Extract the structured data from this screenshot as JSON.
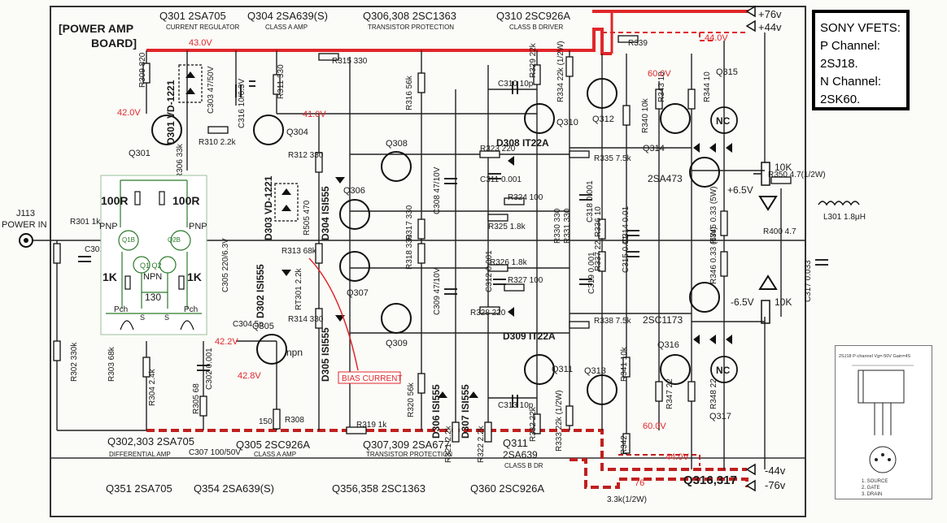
{
  "board": {
    "title_line1": "[POWER AMP",
    "title_line2": "BOARD]"
  },
  "info_box": {
    "lines": [
      "SONY VFETS:",
      "P Channel:",
      "2SJ18.",
      "N Channel:",
      "2SK60."
    ]
  },
  "top_row_labels": [
    "Q301  2SA705",
    "Q304  2SA639(S)",
    "Q306,308  2SC1363",
    "Q310  2SC926A",
    "CURRENT REGULATOR",
    "CLASS A AMP",
    "TRANSISTOR PROTECTION",
    "CLASS B DRIVER"
  ],
  "bottom_row_labels": [
    "Q302,303  2SA705",
    "Q305  2SC926A",
    "Q307,309  2SA677",
    "Q311",
    "DIFFERENTIAL AMP",
    "CLASS A AMP",
    "TRANSISTOR PROTECTION",
    "2SA639",
    "CLASS B DR",
    "Q351  2SA705",
    "Q354  2SA639(S)",
    "Q356,358  2SC1363",
    "Q360  2SC926A",
    "Q316,317"
  ],
  "rails": {
    "plus76": "+76v",
    "plus44": "+44v",
    "minus44": "-44v",
    "minus76": "-76v",
    "plus6_5": "+6.5V",
    "minus6_5": "-6.5V"
  },
  "voltages": [
    "42.0V",
    "43.0V",
    "41.0V",
    "42.2V",
    "42.8V",
    "44.0V",
    "60.0V",
    "60.0V",
    "44.0V",
    "76"
  ],
  "transistors": [
    "Q301",
    "Q304",
    "Q305",
    "Q306",
    "Q307",
    "Q308",
    "Q309",
    "Q310",
    "Q311",
    "Q312",
    "Q313",
    "Q314",
    "Q315",
    "Q316",
    "Q317",
    "2SA473",
    "2SC1173",
    "npn"
  ],
  "diodes": [
    "D301 VD-1221",
    "D302 ISI555",
    "D303 VD-1221",
    "D304 ISI555",
    "D305 ISI555",
    "D306 ISI555",
    "D307 ISI555",
    "D308 IT22A",
    "D309 IT22A"
  ],
  "resistors": [
    "R309 820",
    "R310 2.2k",
    "R311 330",
    "R312 330",
    "R313 68k",
    "R314 330",
    "R315 330",
    "R316 56k",
    "R317 330",
    "R318 330",
    "R319 1k",
    "R320 56k",
    "R321 2.2k",
    "R322 2.2k",
    "R323 220",
    "R324 100",
    "R325 1.8k",
    "R326 1.8k",
    "R327 100",
    "R328 220",
    "R329 22k",
    "R330 330",
    "R331 330",
    "R332 22k",
    "R333 22k (1/2W)",
    "R334 22k (1/2W)",
    "R335 7.5k",
    "R336 10",
    "R337 22",
    "R338 7.5k",
    "R339",
    "R340 10k",
    "R341 10k",
    "R342",
    "R343 10",
    "R344 10",
    "R345 0.33 (5W)",
    "R346 0.33 (5W)",
    "R347 22",
    "R348 22",
    "R350 4.7(1/2W)",
    "R400 4.7",
    "R301 1k",
    "R302 330k",
    "R303 68k",
    "R304 2.4k",
    "R305 68",
    "R308",
    "R505 470",
    "RT301 2.2k",
    "R306 33k",
    "150",
    "3.3k(1/2W)"
  ],
  "capacitors": [
    "C303 47/50V",
    "C316 10/6.3V",
    "C310 10p",
    "C311 0.001",
    "C308 47/10V",
    "C318 0.001",
    "C314 0.01",
    "C315 0.01",
    "C319 0.001",
    "C312 0.001",
    "C309 47/10V",
    "C313 10p",
    "C305 220/6.3V",
    "C304 5p",
    "C302 0.001",
    "C307 100/50V",
    "C317 0.033",
    "C301"
  ],
  "misc_labels": {
    "j113": "J113",
    "power_in": "POWER IN",
    "bias_current": "BIAS CURRENT",
    "nc": "NC",
    "l301": "L301 1.8μH",
    "pot10k": "10K",
    "pot10k_b": "10K"
  },
  "overlay": {
    "r_left": "100R",
    "r_right": "100R",
    "pnp_left": "PNP",
    "pnp_right": "PNP",
    "q1b": "Q1B",
    "q2b": "Q2B",
    "q1q2": "Q1 Q2",
    "npn": "NPN",
    "k1_left": "1K",
    "k1_right": "1K",
    "r130": "130",
    "pch_left": "Pch",
    "pch_right": "Pch",
    "s": "S"
  },
  "package_panel": {
    "title": "2SJ18  P-channel  Vg=-50V  Gain=4S",
    "legend": [
      "1. SOURCE",
      "2. GATE",
      "3. DRAIN"
    ]
  },
  "colors": {
    "ink": "#1a1a1a",
    "red": "#e0262a",
    "dash_red": "#c0201e",
    "paper": "#fbfbf7"
  }
}
